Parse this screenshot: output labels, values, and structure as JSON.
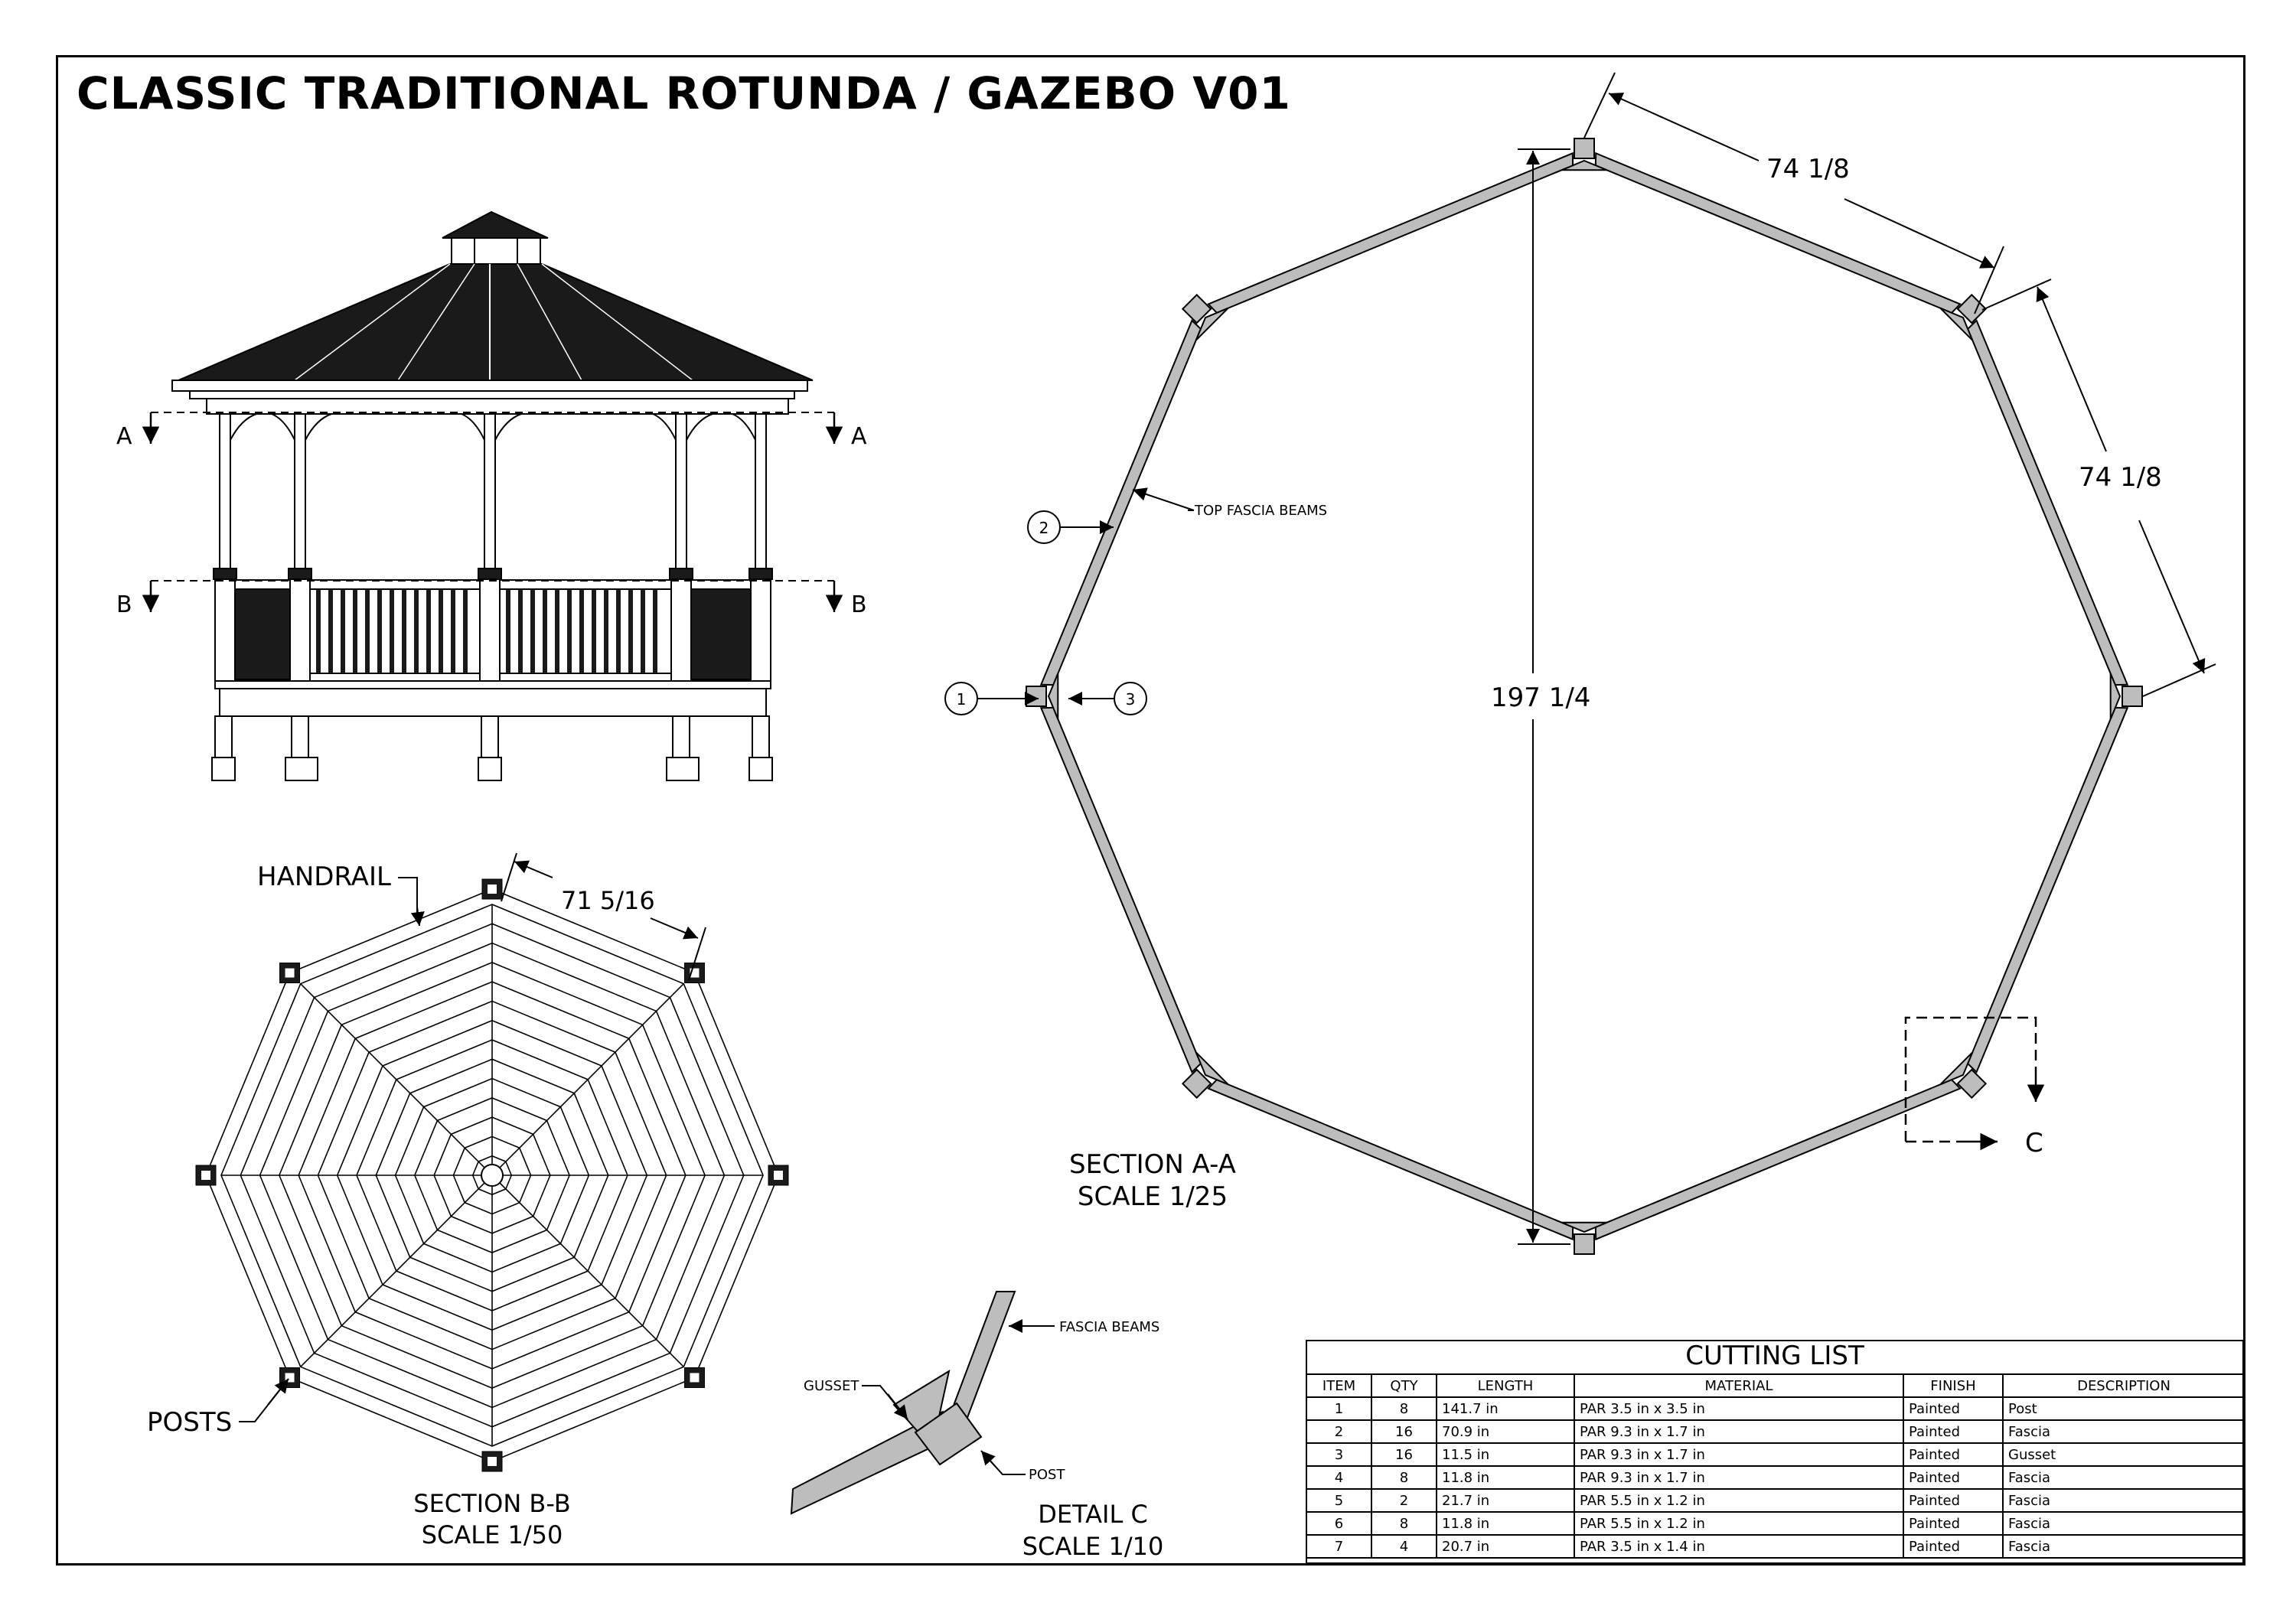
{
  "title": "CLASSIC TRADITIONAL ROTUNDA / GAZEBO V01",
  "elevation": {
    "section_marks": [
      "A",
      "A",
      "B",
      "B"
    ]
  },
  "section_aa": {
    "label": "SECTION A-A",
    "scale": "SCALE 1/25",
    "dim_side_top": "74 1/8",
    "dim_side_right": "74 1/8",
    "dim_span": "197 1/4",
    "callout_top_fascia": "TOP FASCIA BEAMS",
    "balloons": [
      "1",
      "2",
      "3"
    ],
    "detail_mark": "C"
  },
  "section_bb": {
    "label": "SECTION B-B",
    "scale": "SCALE 1/50",
    "handrail": "HANDRAIL",
    "posts": "POSTS",
    "dim_side": "71 5/16"
  },
  "detail_c": {
    "label": "DETAIL  C",
    "scale": "SCALE 1/10",
    "fascia": "FASCIA BEAMS",
    "gusset": "GUSSET",
    "post": "POST"
  },
  "cutting_list": {
    "title": "CUTTING LIST",
    "headers": [
      "ITEM",
      "QTY",
      "LENGTH",
      "MATERIAL",
      "FINISH",
      "DESCRIPTION"
    ],
    "rows": [
      [
        "1",
        "8",
        "141.7 in",
        "PAR 3.5 in x 3.5 in",
        "Painted",
        "Post"
      ],
      [
        "2",
        "16",
        "70.9 in",
        "PAR 9.3 in x 1.7 in",
        "Painted",
        "Fascia"
      ],
      [
        "3",
        "16",
        "11.5 in",
        "PAR 9.3 in x 1.7 in",
        "Painted",
        "Gusset"
      ],
      [
        "4",
        "8",
        "11.8 in",
        "PAR 9.3 in x 1.7 in",
        "Painted",
        "Fascia"
      ],
      [
        "5",
        "2",
        "21.7 in",
        "PAR 5.5 in x 1.2 in",
        "Painted",
        "Fascia"
      ],
      [
        "6",
        "8",
        "11.8 in",
        "PAR 5.5 in x 1.2 in",
        "Painted",
        "Fascia"
      ],
      [
        "7",
        "4",
        "20.7 in",
        "PAR 3.5 in x 1.4 in",
        "Painted",
        "Fascia"
      ]
    ]
  },
  "colors": {
    "line": "#000000",
    "member_fill": "#bdbdbd",
    "roof_fill": "#1a1a1a"
  }
}
